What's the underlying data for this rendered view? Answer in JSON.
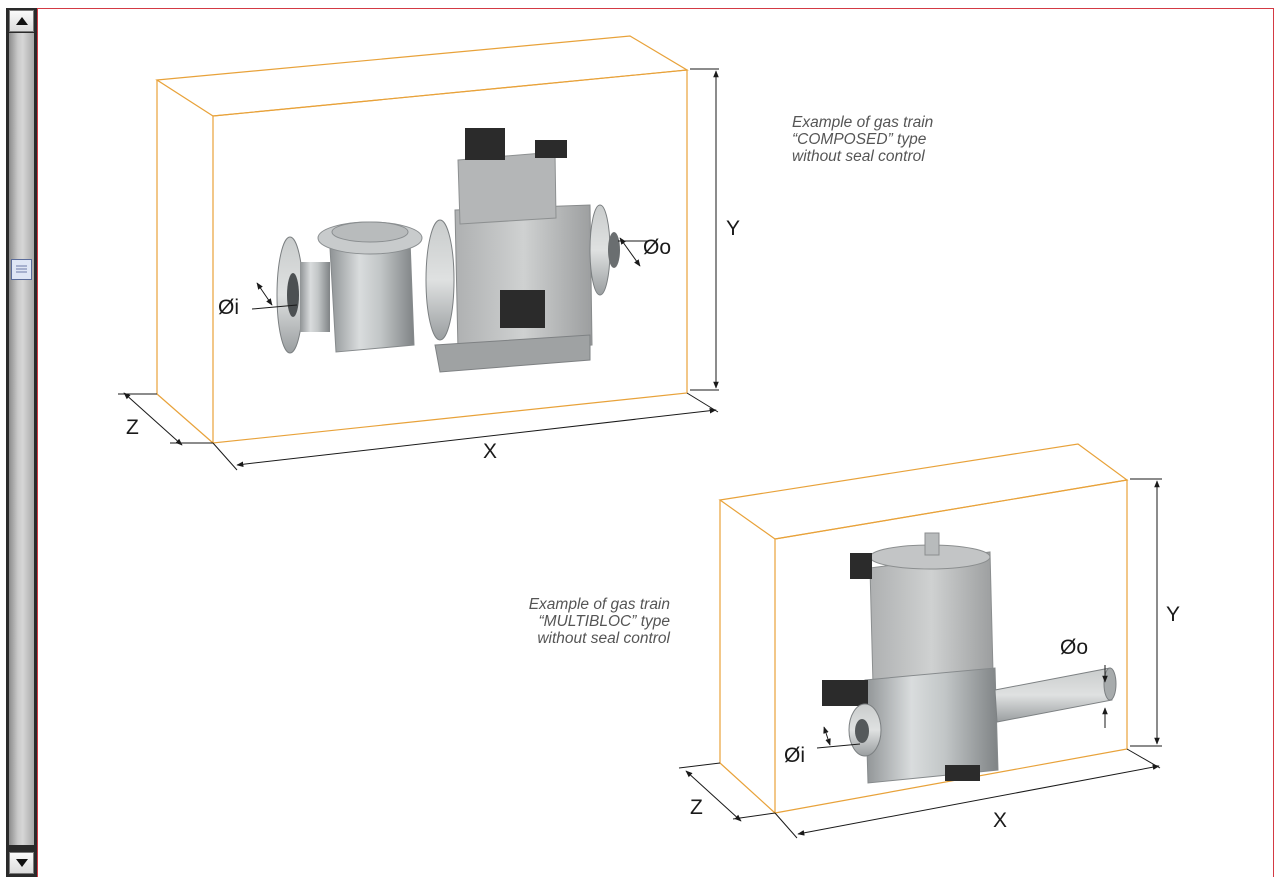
{
  "captions": {
    "composed": {
      "line1": "Example of gas train",
      "line2": "“COMPOSED” type",
      "line3": "without seal control"
    },
    "multibloc": {
      "line1": "Example of gas train",
      "line2": "“MULTIBLOC” type",
      "line3": "without seal control"
    }
  },
  "dimensions": {
    "x": "X",
    "y": "Y",
    "z": "Z",
    "inlet": "Øi",
    "outlet": "Øo"
  },
  "colors": {
    "box_outline": "#e8a23a",
    "frame_border": "#d33a44",
    "dimension_lines": "#1a1a1a"
  },
  "scrollbar": {
    "up_icon": "triangle-up",
    "down_icon": "triangle-down",
    "thumb_icon": "grip-lines"
  }
}
